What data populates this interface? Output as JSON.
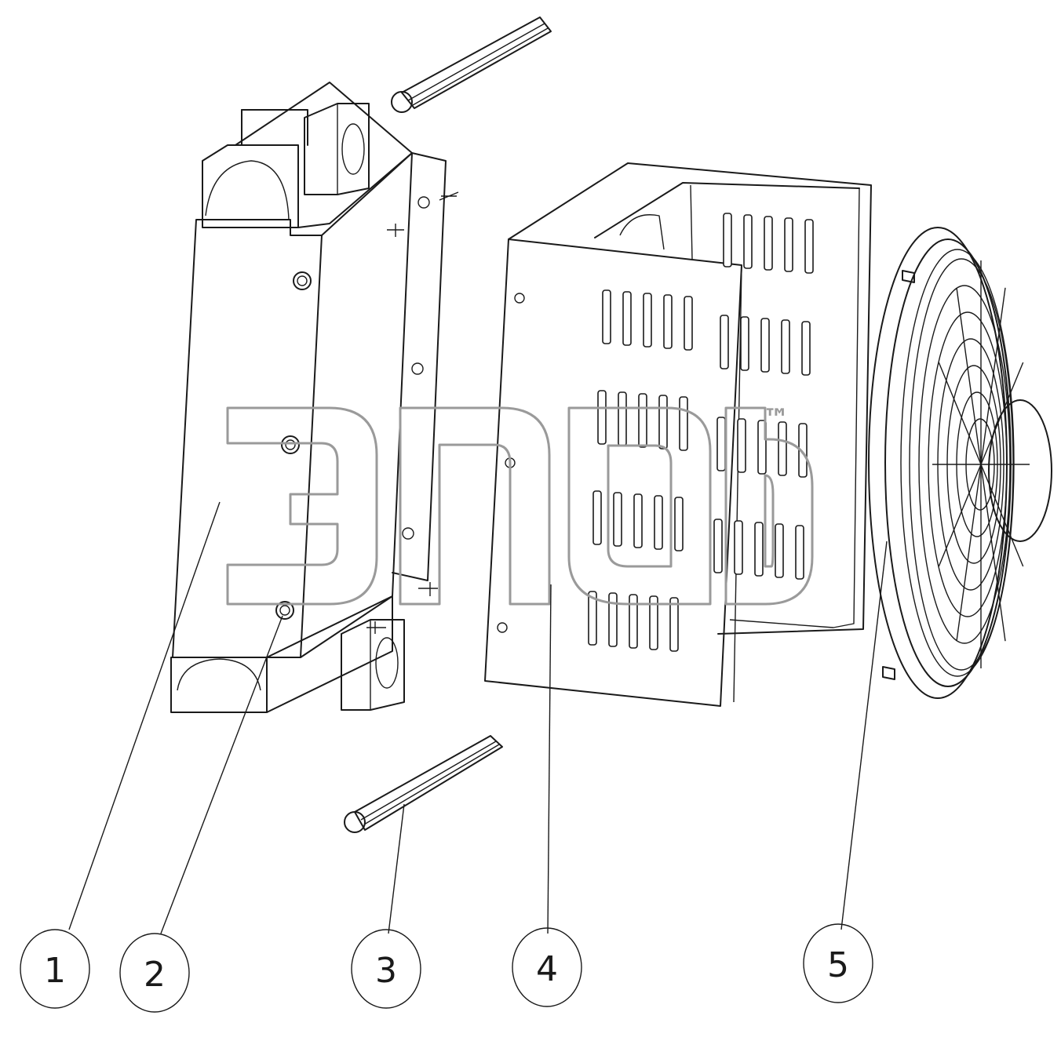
{
  "watermark": {
    "trademark": "™"
  },
  "callouts": [
    {
      "id": "callout-1",
      "label": "1",
      "part": "radiator"
    },
    {
      "id": "callout-2",
      "label": "2",
      "part": "mounting-bolt"
    },
    {
      "id": "callout-3",
      "label": "3",
      "part": "edge-seal-strip"
    },
    {
      "id": "callout-4",
      "label": "4",
      "part": "fan-shroud"
    },
    {
      "id": "callout-5",
      "label": "5",
      "part": "electric-fan"
    }
  ],
  "colors": {
    "line": "#1a1a1a",
    "background": "#ffffff",
    "watermark": "#9a9a9a"
  }
}
